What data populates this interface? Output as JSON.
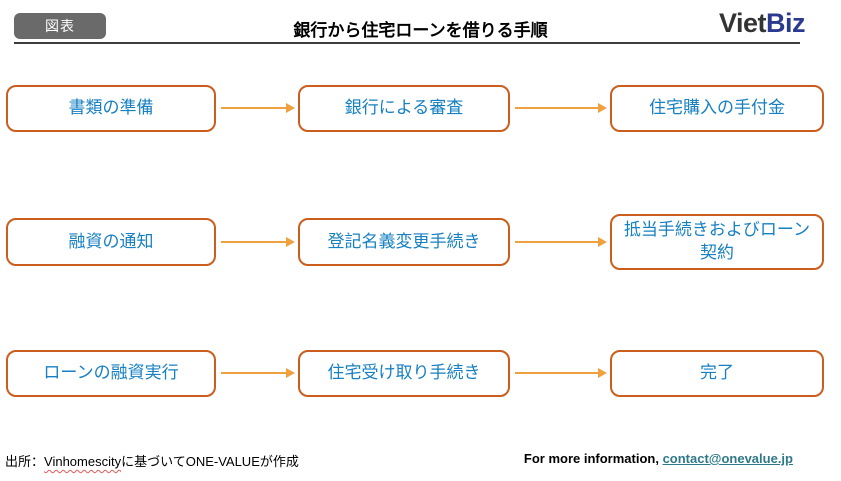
{
  "header": {
    "badge_label": "図表",
    "title": "銀行から住宅ローンを借りる手順",
    "logo": {
      "part1": "Viet",
      "part2": "Biz"
    }
  },
  "flow": {
    "rows": [
      {
        "steps": [
          "書類の準備",
          "銀行による審査",
          "住宅購入の手付金"
        ]
      },
      {
        "steps": [
          "融資の通知",
          "登記名義変更手続き",
          "抵当手続きおよびローン契約"
        ]
      },
      {
        "steps": [
          "ローンの融資実行",
          "住宅受け取り手続き",
          "完了"
        ]
      }
    ]
  },
  "footer": {
    "source_prefix": "出所：",
    "source_name": "Vinhomescity",
    "source_suffix": "に基づいてONE-VALUEが作成",
    "info_label": "For more information, ",
    "contact_email": "contact@onevalue.jp"
  },
  "colors": {
    "box_border": "#cb5d1d",
    "box_text": "#1780c2",
    "arrow": "#efa03f",
    "badge_bg": "#6a6a6a",
    "logo_dark": "#333333",
    "logo_navy": "#2b3a8f",
    "link": "#2e7889",
    "divider": "#3d3d3d"
  }
}
